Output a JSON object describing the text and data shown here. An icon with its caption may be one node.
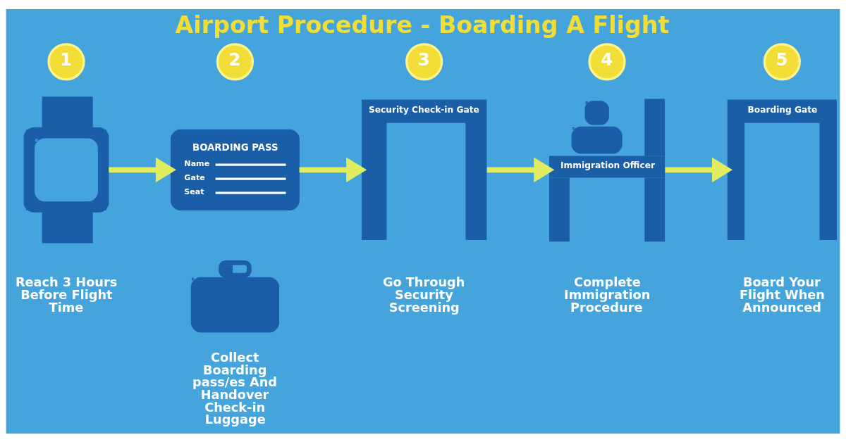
{
  "diagram": {
    "title": "Airport Procedure - Boarding A Flight",
    "nodes": [
      {
        "text": [
          "1"
        ]
      },
      {
        "text": [],
        "shape": "picture",
        "beside": [
          "Reach 3 Hours Before Flight Time"
        ]
      },
      {
        "text": [
          "2"
        ]
      },
      {
        "text": [
          "BOARDING PASS",
          "Name",
          "Gate",
          "Seat"
        ]
      },
      {
        "text": [],
        "shape": "picture",
        "beside": [
          "Collect Boarding pass/es And Handover Check-in Luggage"
        ]
      },
      {
        "text": [
          "3"
        ]
      },
      {
        "text": [
          "Security Check-in Gate"
        ],
        "beside": [
          "Go Through Security Screening"
        ]
      },
      {
        "text": [
          "4"
        ]
      },
      {
        "text": [
          "Immigration Officer"
        ],
        "beside": [
          "Complete Immigration Procedure"
        ]
      },
      {
        "text": [
          "5"
        ]
      },
      {
        "text": [
          "Boarding Gate"
        ],
        "beside": [
          "Board Your Flight When Announced"
        ]
      }
    ],
    "edges": [
      {
        "from": 1,
        "to": 3,
        "arrow": "to"
      },
      {
        "from": 3,
        "to": 6,
        "arrow": "to"
      },
      {
        "from": 6,
        "to": 8,
        "arrow": "to"
      },
      {
        "from": 8,
        "to": 10,
        "arrow": "to"
      }
    ]
  }
}
